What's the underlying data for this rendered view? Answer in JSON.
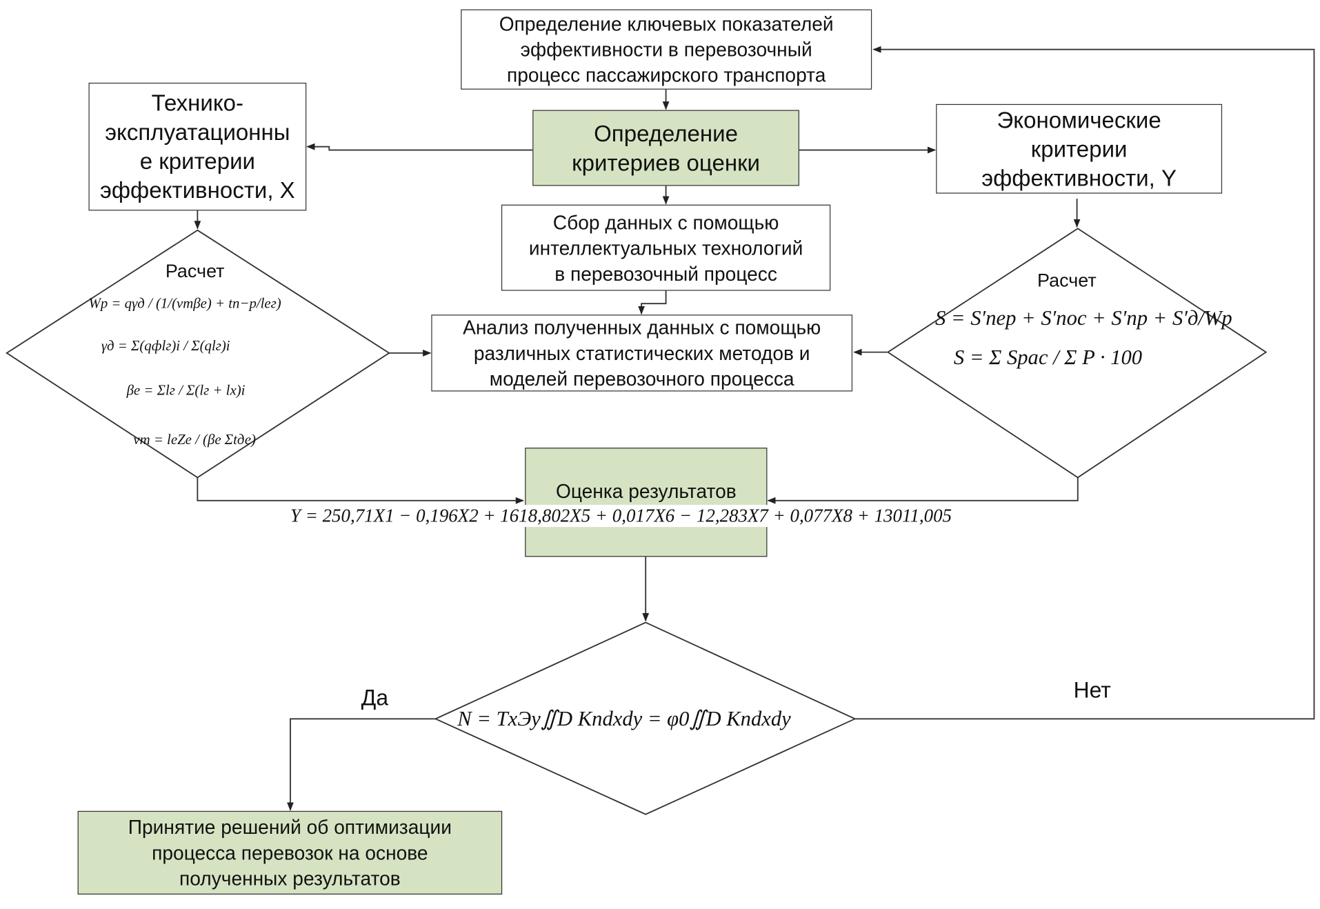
{
  "boxes": {
    "kpi": "Определение ключевых показателей\nэффективности в перевозочный\nпроцесс пассажирского транспорта",
    "criteria": "Определение\nкритериев оценки",
    "tech": "Технико-\nэксплуатационны\nе критерии\nэффективности, X",
    "econ": "Экономические\nкритерии\nэффективности, Y",
    "collect": "Сбор данных с помощью\nинтеллектуальных технологий\nв перевозочный  процесс",
    "analysis": "Анализ полученных данных с помощью\nразличных статистических методов и\nмоделей перевозочного процесса",
    "evaluation": "Оценка результатов",
    "decision": "Принятие решений об оптимизации\nпроцесса перевозок на основе\nполученных результатов"
  },
  "left_calc": {
    "label": "Расчет",
    "f1": "Wр = qγд / (1/(vтβе) + tп−р/lег)",
    "f2": "γд = Σ(qфlг)i / Σ(qlг)i",
    "f3": "βе = Σlг / Σ(lг + lх)i",
    "f4": "vт = leZe / (βe Σtде)"
  },
  "right_calc": {
    "label": "Расчет",
    "f1": "S = S′пер + S′пос + S′пр + S′д/Wр",
    "f2": "S = Σ Sрас / Σ P · 100"
  },
  "regression": "Y = 250,71X1 − 0,196X2 + 1618,802X5 + 0,017X6 − 12,283X7 + 0,077X8 + 13011,005",
  "decision_formula": "N = TxЭy∬D Kndxdy = φ0∬D Kndxdy",
  "edge_labels": {
    "yes": "Да",
    "no": "Нет"
  }
}
